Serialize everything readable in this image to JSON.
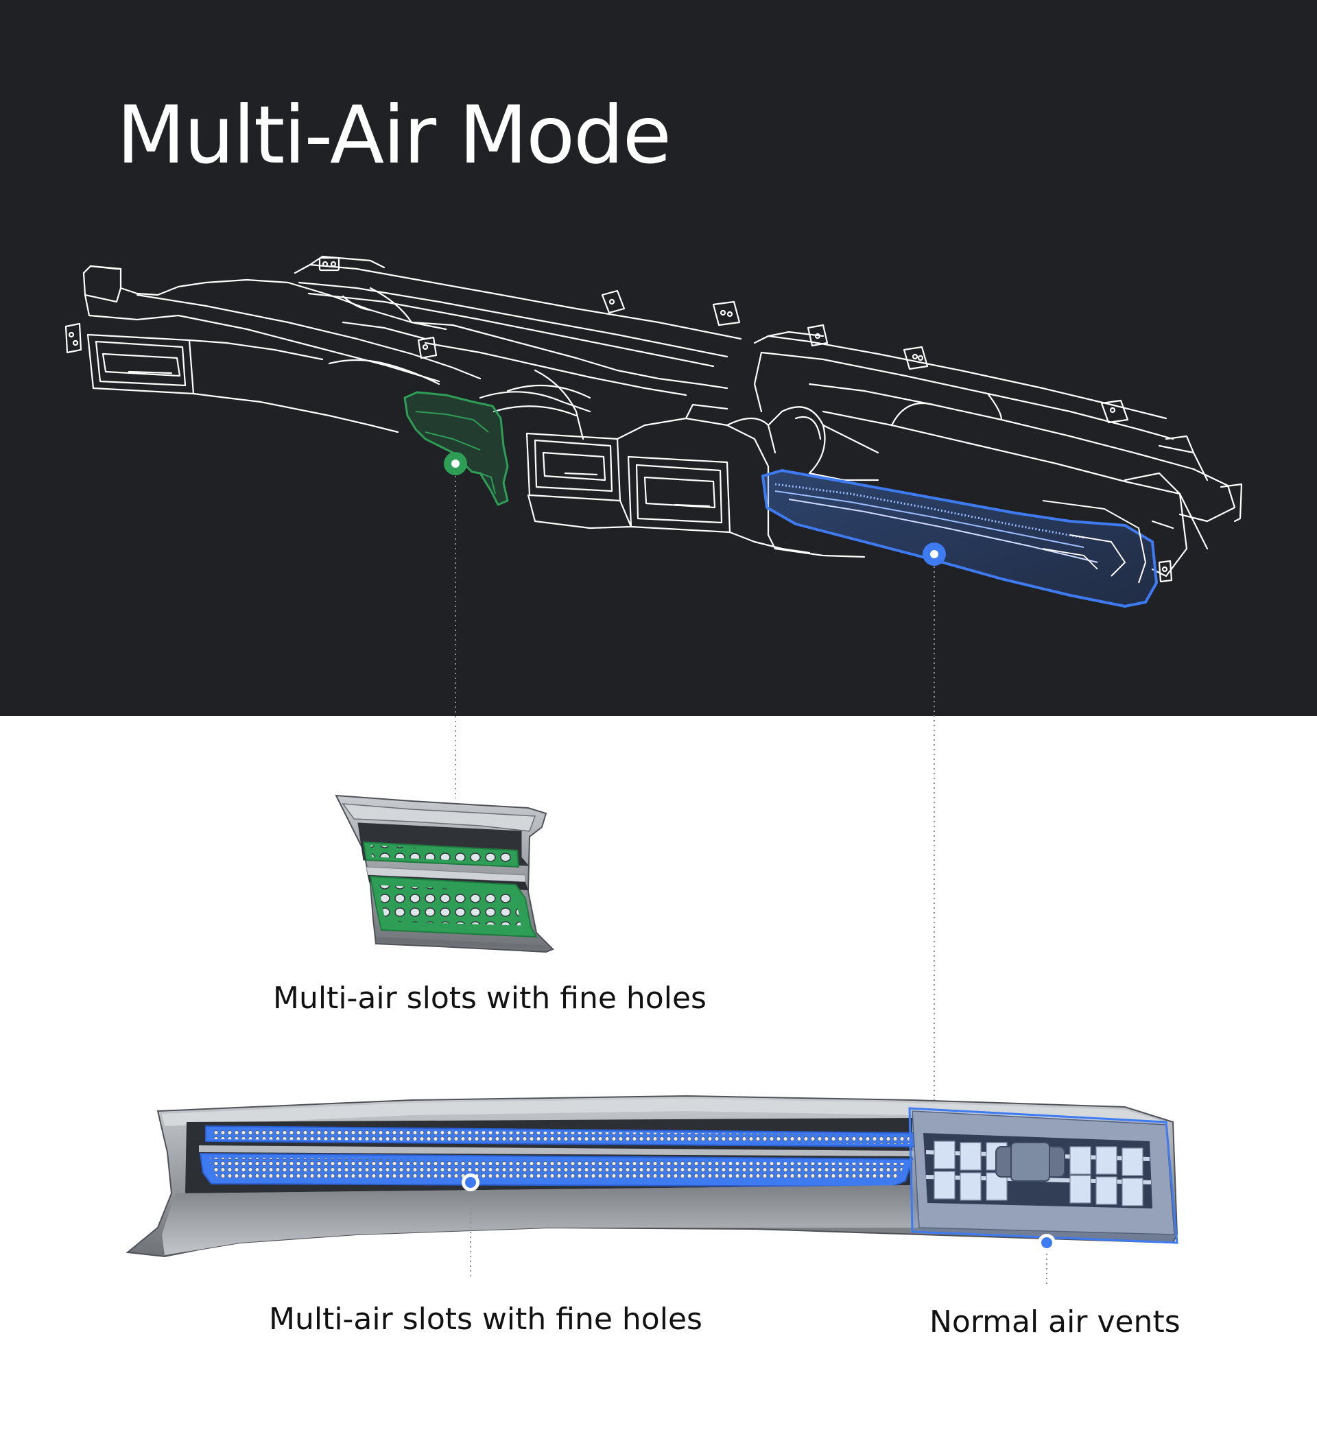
{
  "title": "Multi-Air Mode",
  "captions": {
    "top_detail": "Multi-air slots with fine holes",
    "bottom_left": "Multi-air slots with fine holes",
    "bottom_right": "Normal air vents"
  },
  "colors": {
    "dark_background": "#1f2125",
    "wireframe": "#ffffff",
    "multi_air_highlight": "#2e9e57",
    "normal_vent_highlight": "#3f7bf0",
    "caption_text": "#111111"
  }
}
